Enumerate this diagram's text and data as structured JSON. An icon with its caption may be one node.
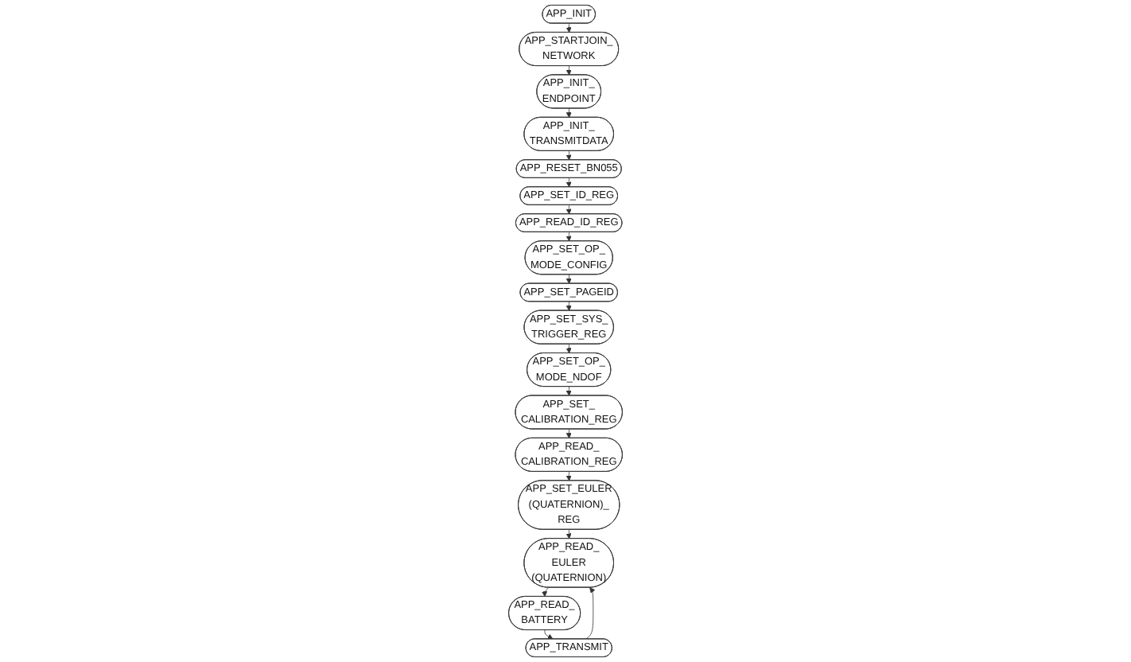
{
  "diagram": {
    "nodes": [
      {
        "text": [
          "APP_INIT"
        ]
      },
      {
        "text": [
          "APP_STARTJOIN_ NETWORK"
        ]
      },
      {
        "text": [
          "APP_INIT_ ENDPOINT"
        ]
      },
      {
        "text": [
          "APP_INIT_ TRANSMITDATA"
        ]
      },
      {
        "text": [
          "APP_RESET_BN055"
        ]
      },
      {
        "text": [
          "APP_SET_SYS_ TRIGGER_REG"
        ]
      },
      {
        "text": [
          "APP_SET_PAGEID"
        ]
      },
      {
        "text": [
          "APP_SET_OP_ MODE_CONFIG"
        ]
      },
      {
        "text": [
          "APP_READ_ID_REG"
        ]
      },
      {
        "text": [
          "APP_SET_ID_REG"
        ]
      },
      {
        "text": [
          "APP_SET_OP_ MODE_NDOF"
        ]
      },
      {
        "text": [
          "APP_SET_ CALIBRATION_REG"
        ]
      },
      {
        "text": [
          "APP_READ_ CALIBRATION_REG"
        ]
      },
      {
        "text": [
          "APP_SET_EULER (QUATERNION)_ REG"
        ]
      },
      {
        "text": [
          "APP_READ_ EULER (QUATERNION)"
        ]
      },
      {
        "text": [
          "APP_TRANSMIT"
        ]
      },
      {
        "text": [
          "APP_READ_ BATTERY"
        ]
      }
    ],
    "edges": [
      {
        "from": 0,
        "to": 1,
        "arrow": "to"
      },
      {
        "from": 1,
        "to": 2,
        "arrow": "to"
      },
      {
        "from": 2,
        "to": 3,
        "arrow": "to"
      },
      {
        "from": 3,
        "to": 4,
        "arrow": "to"
      },
      {
        "from": 4,
        "to": 9,
        "arrow": "to"
      },
      {
        "from": 9,
        "to": 8,
        "arrow": "to"
      },
      {
        "from": 8,
        "to": 7,
        "arrow": "to"
      },
      {
        "from": 7,
        "to": 6,
        "arrow": "to"
      },
      {
        "from": 6,
        "to": 5,
        "arrow": "to"
      },
      {
        "from": 5,
        "to": 10,
        "arrow": "to"
      },
      {
        "from": 10,
        "to": 11,
        "arrow": "to"
      },
      {
        "from": 11,
        "to": 12,
        "arrow": "to"
      },
      {
        "from": 12,
        "to": 13,
        "arrow": "to"
      },
      {
        "from": 13,
        "to": 14,
        "arrow": "to"
      },
      {
        "from": 14,
        "to": 16,
        "arrow": "to"
      },
      {
        "from": 16,
        "to": 15,
        "arrow": "to"
      },
      {
        "from": 15,
        "to": 14,
        "arrow": "to"
      }
    ]
  }
}
